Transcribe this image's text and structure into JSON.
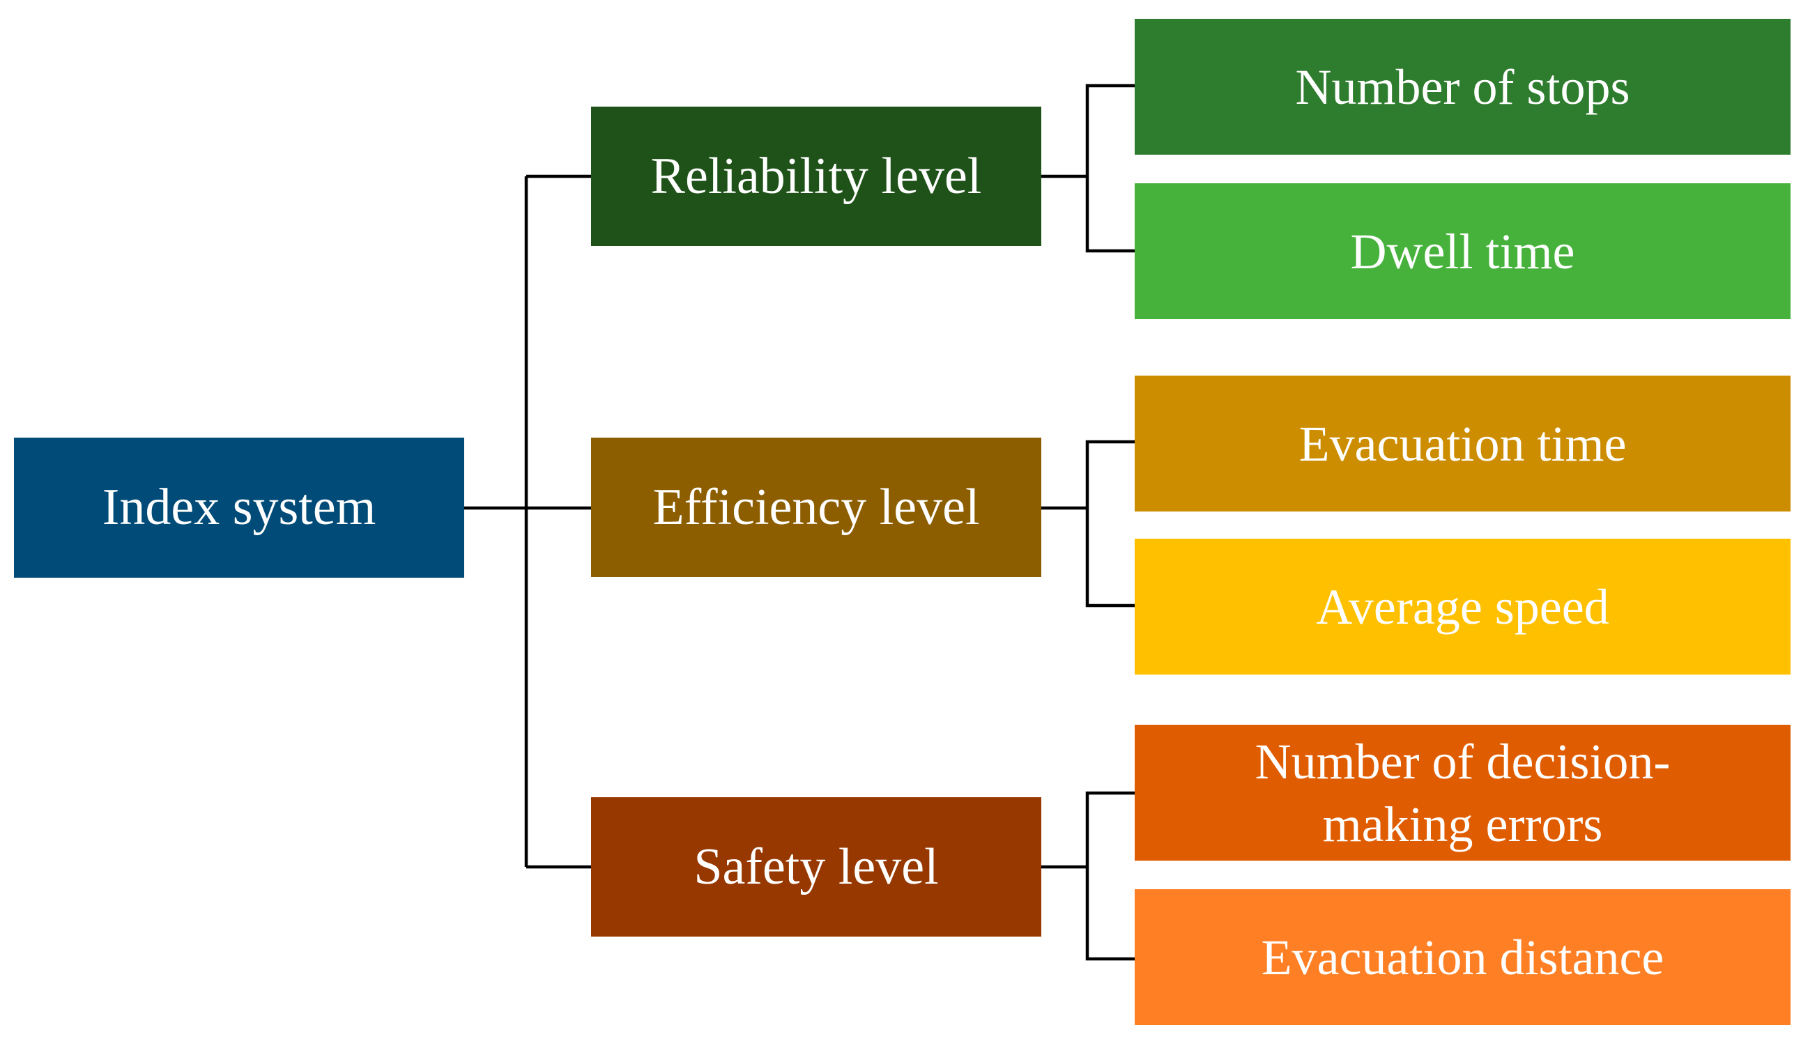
{
  "colors": {
    "root": "#004b78",
    "reliability": "#1f5219",
    "reliability_leaf_1": "#2e7d2e",
    "reliability_leaf_2": "#46b23c",
    "efficiency": "#8c5e00",
    "efficiency_leaf_1": "#cc8d00",
    "efficiency_leaf_2": "#ffc000",
    "safety": "#963800",
    "safety_leaf_1": "#e05c00",
    "safety_leaf_2": "#ff7f24",
    "connector": "#000000"
  },
  "root": {
    "label": "Index system"
  },
  "levels": [
    {
      "label": "Reliability level",
      "items": [
        "Number of stops",
        "Dwell time"
      ]
    },
    {
      "label": "Efficiency level",
      "items": [
        "Evacuation time",
        "Average speed"
      ]
    },
    {
      "label": "Safety level",
      "items": [
        "Number of decision-making errors",
        "Evacuation distance"
      ]
    }
  ]
}
